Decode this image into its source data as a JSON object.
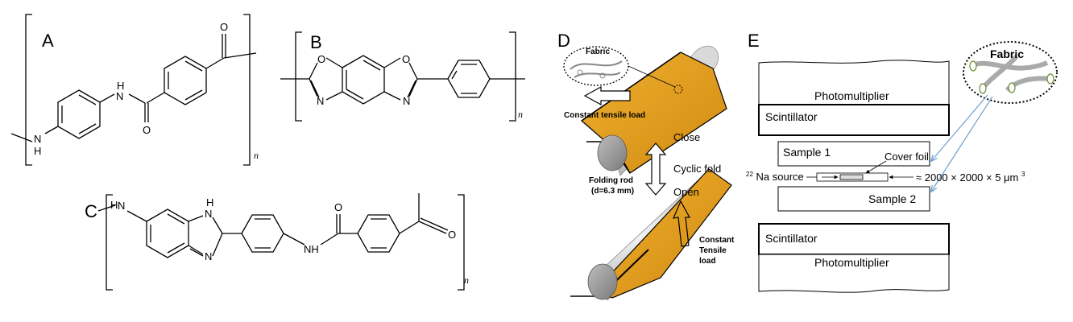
{
  "panels": {
    "a": {
      "label": "A",
      "atoms": {
        "amide_nh": "H",
        "amide_n": "N",
        "amide_o": "O",
        "acyl_o": "O",
        "amine_n": "N",
        "amine_h": "H"
      },
      "subscript": "n"
    },
    "b": {
      "label": "B",
      "atoms": {
        "o1": "O",
        "o2": "O",
        "n1": "N",
        "n2": "N"
      },
      "subscript": "n"
    },
    "c": {
      "label": "C",
      "atoms": {
        "nh_left": "H",
        "n_left": "N",
        "h_imid": "H",
        "n_imid_top": "N",
        "n_imid_bot": "N",
        "amide_o": "O",
        "amide_nh": "NH",
        "acyl_o": "O"
      },
      "subscript": "n"
    },
    "d": {
      "label": "D",
      "fabric_label": "Fabric",
      "tensile_top": "Constant tensile load",
      "close_label": "Close",
      "cyclic_label": "Cyclic fold",
      "open_label": "Open",
      "folding_rod_label": "Folding rod",
      "folding_rod_dim": "(d=6.3 mm)",
      "tensile_bottom_1": "Constant",
      "tensile_bottom_2": "Tensile",
      "tensile_bottom_3": "load"
    },
    "e": {
      "label": "E",
      "fabric_label": "Fabric",
      "photomultiplier_top": "Photomultiplier",
      "scintillator_top": "Scintillator",
      "sample1": "Sample 1",
      "cover_foil": "Cover foil",
      "isotope_mass": "22",
      "source_label": "Na source",
      "dimension_label": "≈ 2000 × 2000 × 5 μm",
      "dimension_exp": "3",
      "sample2": "Sample 2",
      "scintillator_bottom": "Scintillator",
      "photomultiplier_bottom": "Photomultiplier"
    }
  },
  "colors": {
    "fabric_orange": "#e3a020",
    "rod_gray": "#9e9e9e",
    "arrow_blue": "#6f9fd0"
  }
}
